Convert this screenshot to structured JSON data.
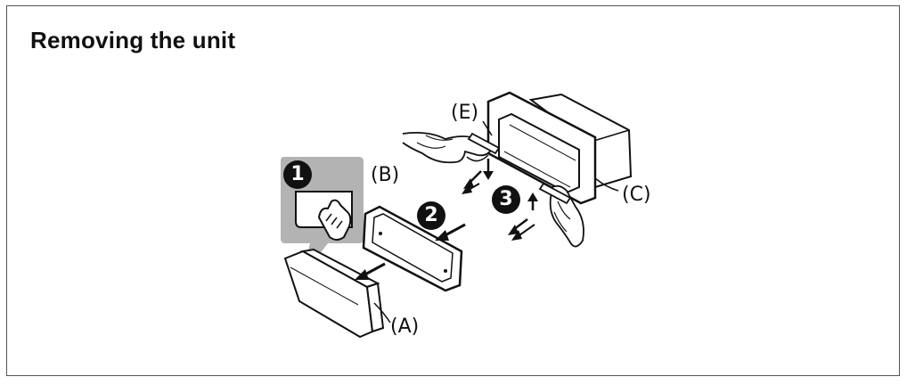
{
  "title": "Removing the unit",
  "labels": {
    "a": "(A)",
    "b": "(B)",
    "c": "(C)",
    "e": "(E)"
  },
  "steps": [
    "1",
    "2",
    "3"
  ],
  "colors": {
    "stroke": "#111111",
    "callout_fill": "#b3b3b3",
    "part_fill": "#ffffff",
    "frame": "#555555"
  }
}
